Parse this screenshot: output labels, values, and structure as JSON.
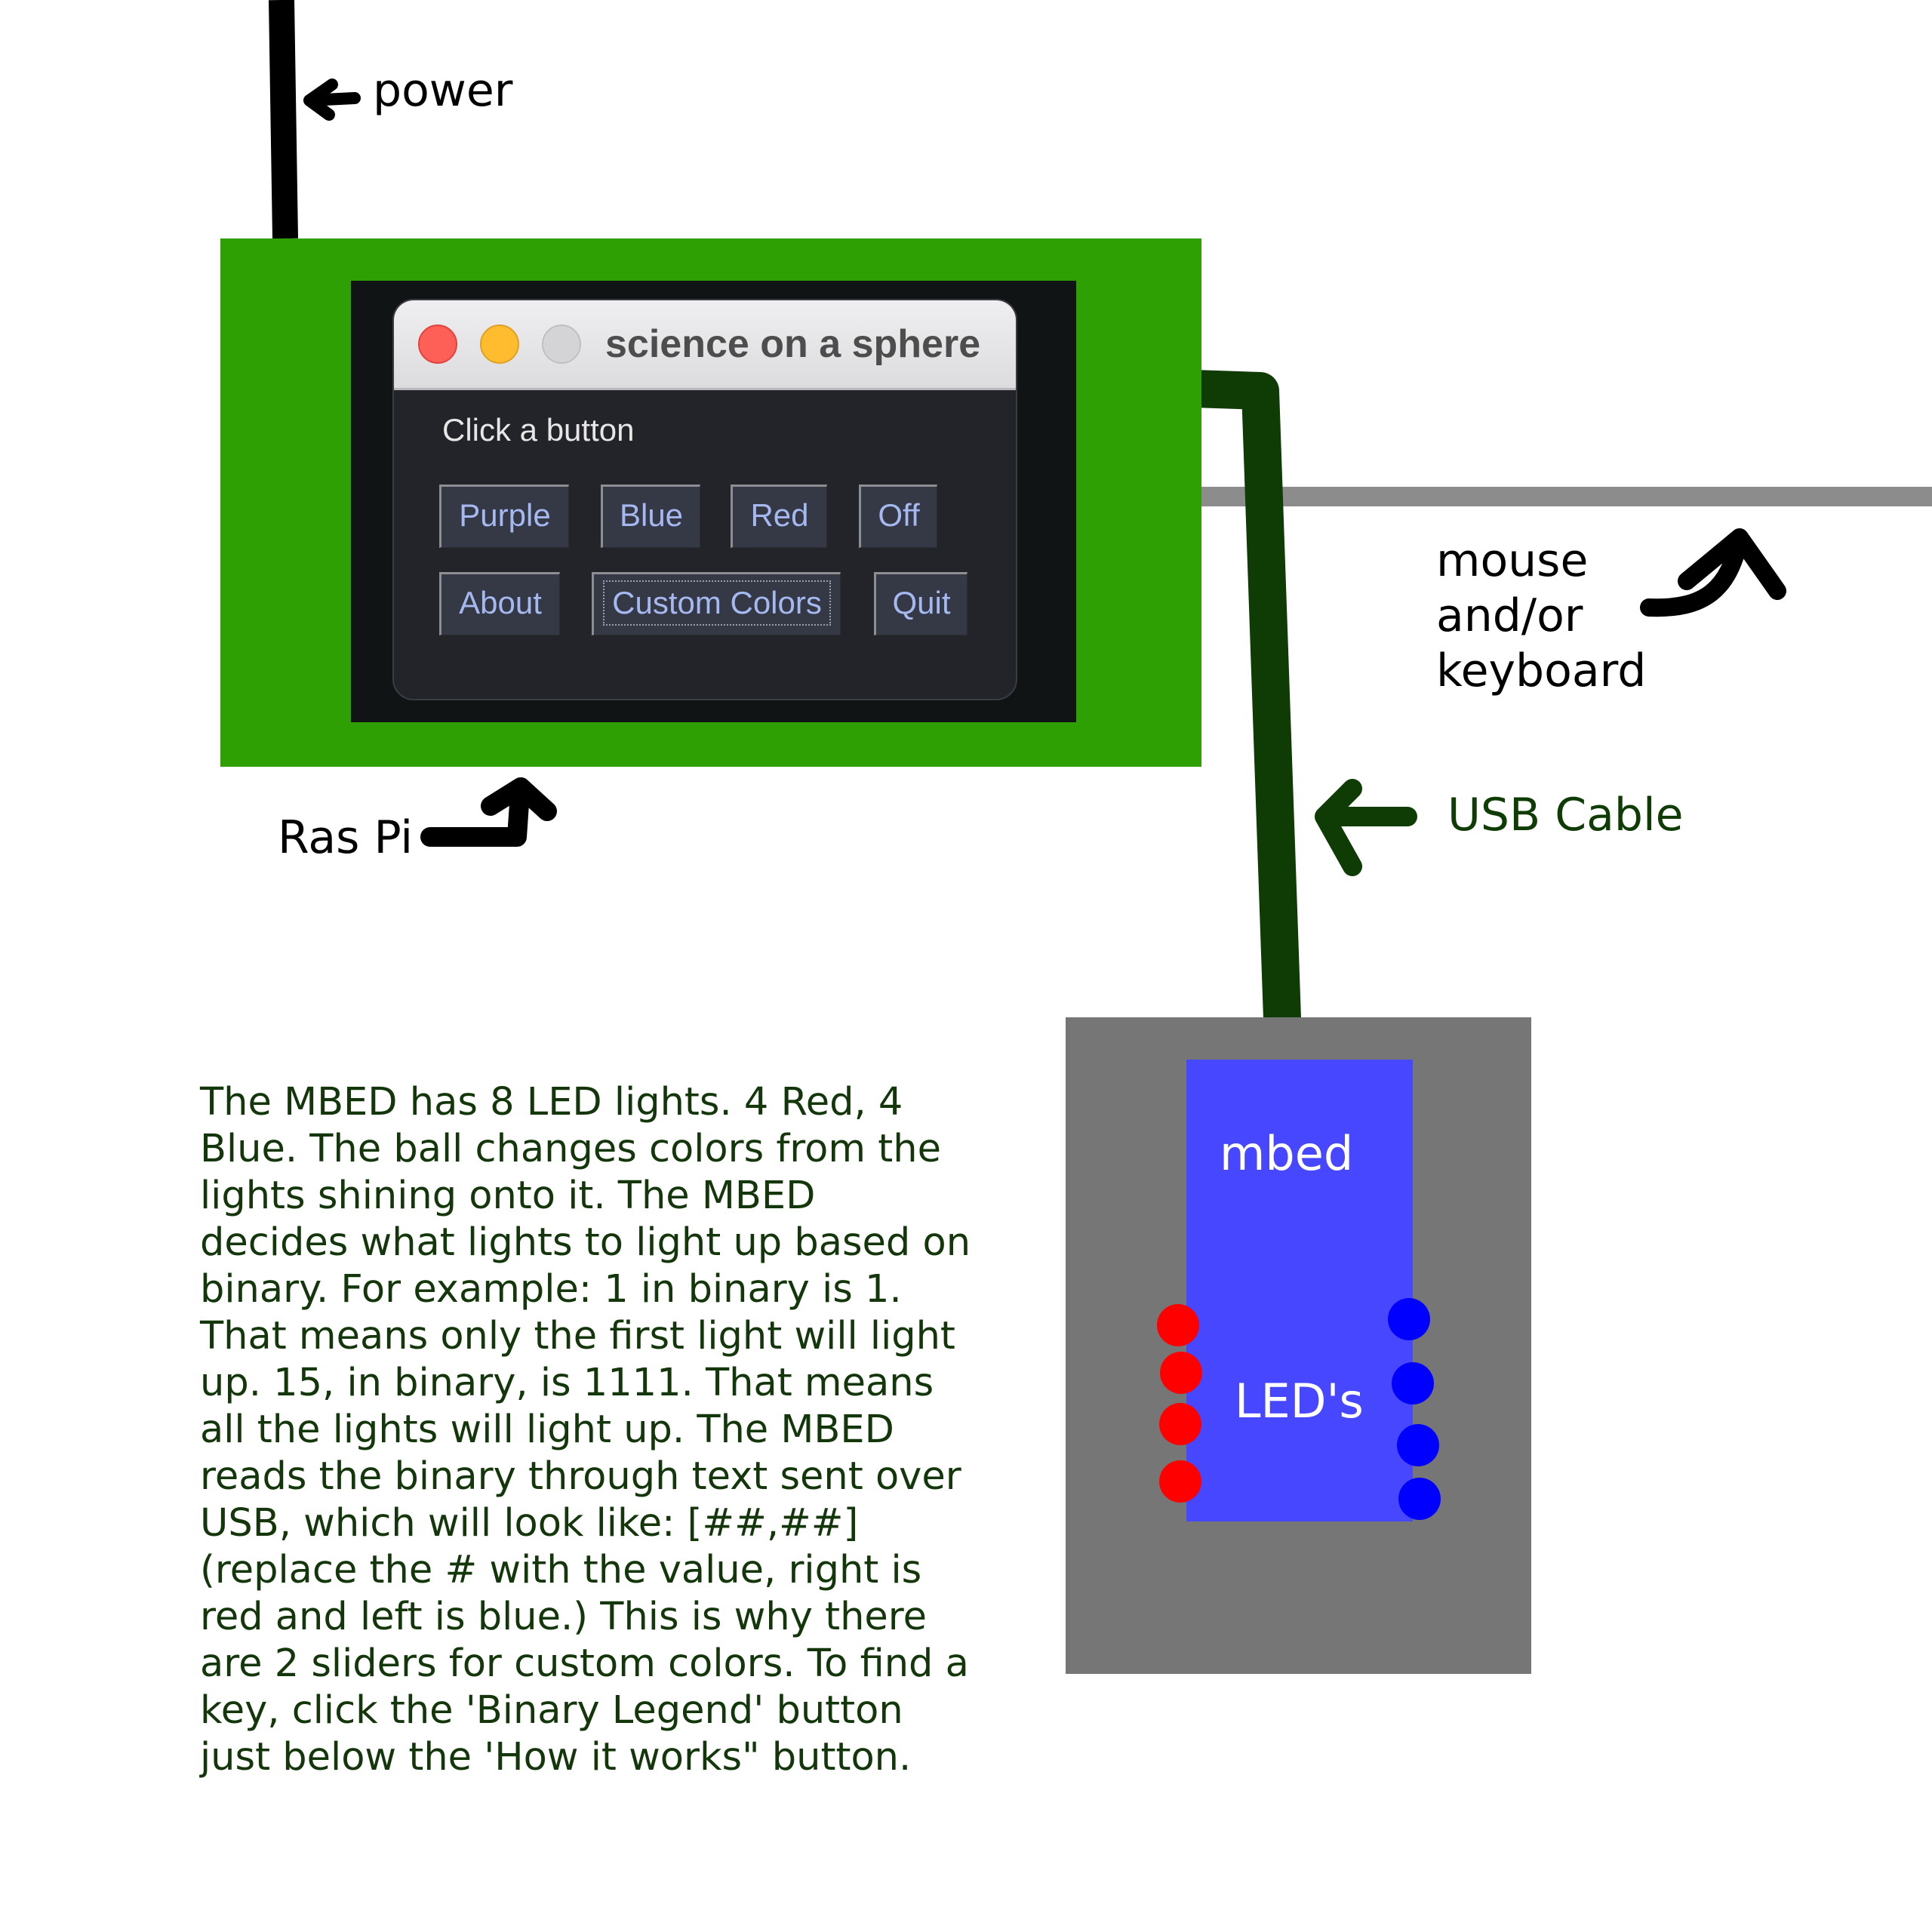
{
  "annotations": {
    "power": "power",
    "raspi": "Ras Pi",
    "peripherals_line1": "mouse",
    "peripherals_line2": "and/or",
    "peripherals_line3": "keyboard",
    "usb_cable": "USB Cable",
    "mbed": "mbed",
    "leds": "LED's"
  },
  "app_window": {
    "title": "science on a sphere",
    "prompt": "Click a button",
    "buttons": {
      "purple": "Purple",
      "blue": "Blue",
      "red": "Red",
      "off": "Off",
      "about": "About",
      "custom_colors": "Custom Colors",
      "quit": "Quit"
    }
  },
  "description": {
    "lines": [
      "The MBED has 8 LED lights. 4 Red, 4",
      "Blue. The ball changes colors from the",
      "lights shining onto it. The MBED",
      "decides what lights to light up based on",
      "binary. For example: 1 in binary is 1.",
      "That means only the first light will light",
      "up. 15, in binary, is 1111. That means",
      "all the  lights will light up. The MBED",
      "reads the binary through text sent over",
      "USB, which will look like: [##,##]",
      "(replace the # with the value, right is",
      "red and left is blue.) This is why there",
      "are 2 sliders for custom colors. To find a",
      "key, click the 'Binary Legend' button",
      "just below the 'How it works\" button."
    ]
  },
  "colors": {
    "board": "#2ea004",
    "usb_cable": "#0f3c05",
    "description_text": "#13360a",
    "mbed_case": "#767676",
    "mbed_board": "#4747ff",
    "red_led": "#ff0000",
    "blue_led": "#0000ff",
    "peripheral_cable": "#8c8c8c"
  },
  "leds": {
    "red_count": 4,
    "blue_count": 4
  }
}
